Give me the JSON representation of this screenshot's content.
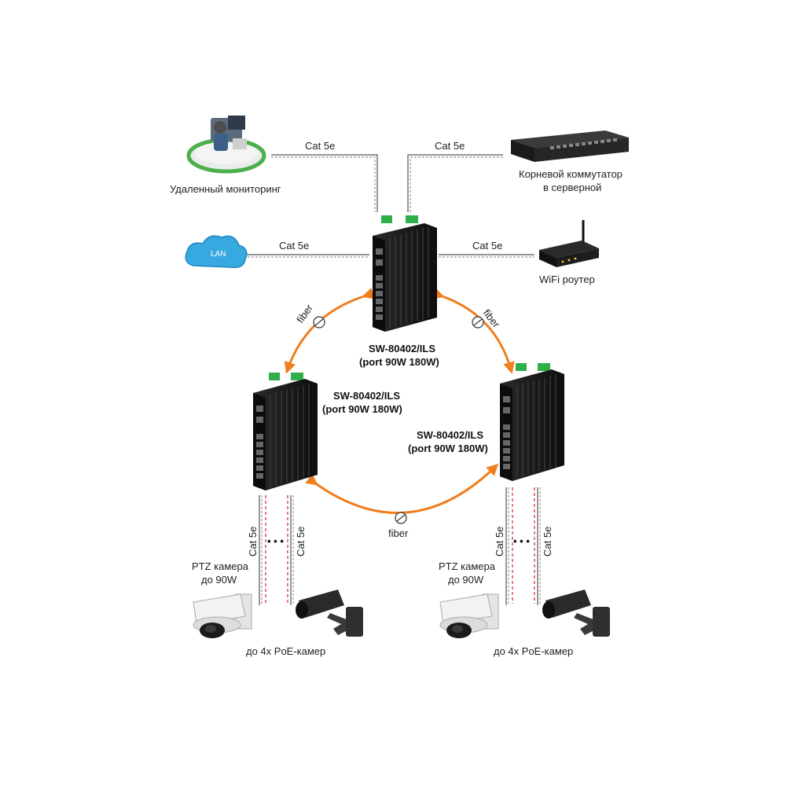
{
  "labels": {
    "remote_monitoring": "Удаленный мониторинг",
    "core_switch_line1": "Корневой коммутатор",
    "core_switch_line2": "в серверной",
    "lan": "LAN",
    "wifi_router": "WiFi роутер",
    "cat5e": "Cat 5e",
    "fiber": "fiber",
    "switch_model": "SW-80402/ILS",
    "switch_ports": "(port 90W 180W)",
    "ptz_line1": "PTZ камера",
    "ptz_line2": "до 90W",
    "poe_cameras": "до 4х PoE-камер",
    "dots": "• • •"
  },
  "colors": {
    "fiber": "#f07d1e",
    "switch_body": "#1c1c1c",
    "terminal_green": "#2fae4a",
    "cloud": "#38a8e0",
    "cable": "#555555",
    "power_red": "#d8262a"
  }
}
